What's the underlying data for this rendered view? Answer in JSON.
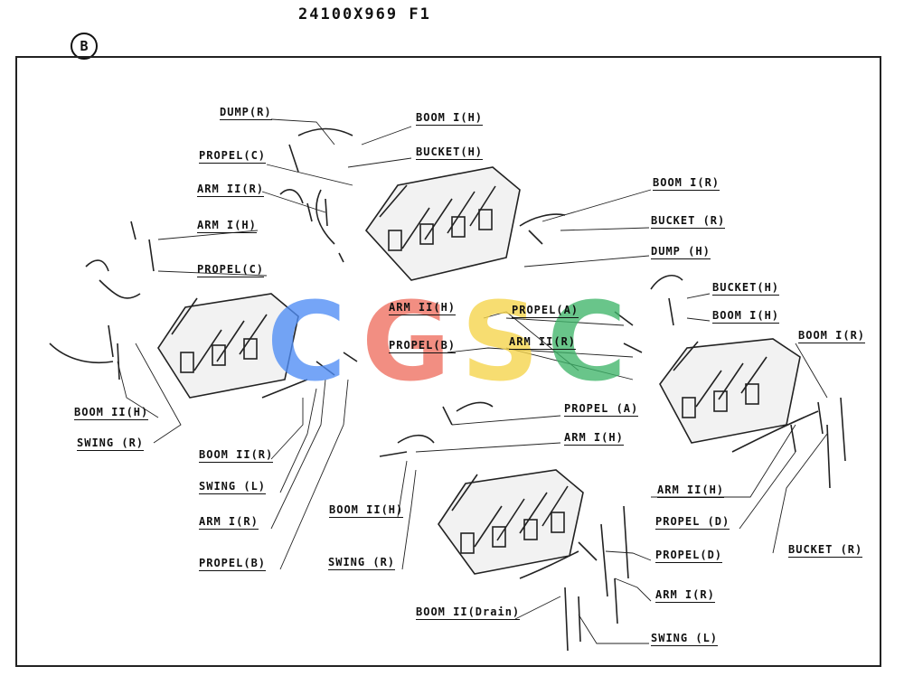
{
  "header": {
    "code": "24100X969 F1",
    "section": "B"
  },
  "watermark": {
    "letters": [
      "C",
      "G",
      "S",
      "C"
    ],
    "colors": [
      "#4f8df5",
      "#ef6f5f",
      "#f6d44a",
      "#3fb56a"
    ]
  },
  "labels": {
    "dump_r_top": "DUMP(R)",
    "boom1_h_top": "BOOM I(H)",
    "bucket_h_top": "BUCKET(H)",
    "propel_c_top": "PROPEL(C)",
    "arm2_r_top": "ARM II(R)",
    "boom1_r_top": "BOOM I(R)",
    "bucket_r_top": "BUCKET (R)",
    "dump_h": "DUMP (H)",
    "arm1_h_left": "ARM I(H)",
    "propel_c_left": "PROPEL(C)",
    "arm2_h_mid": "ARM II(H)",
    "propel_a_mid": "PROPEL(A)",
    "bucket_h_right": "BUCKET(H)",
    "boom1_h_right": "BOOM I(H)",
    "propel_b_mid": "PROPEL(B)",
    "arm2_r_mid": "ARM II(R)",
    "boom1_r_right": "BOOM I(R)",
    "boom2_h_left": "BOOM II(H)",
    "propel_a_lower": "PROPEL (A)",
    "swing_r_left": "SWING (R)",
    "arm1_h_lower": "ARM I(H)",
    "boom2_r_left": "BOOM II(R)",
    "swing_l_left": "SWING (L)",
    "arm2_h_right": "ARM II(H)",
    "boom2_h_lower": "BOOM II(H)",
    "arm1_r_left": "ARM I(R)",
    "propel_d_right": "PROPEL (D)",
    "bucket_r_right": "BUCKET (R)",
    "propel_d_lower": "PROPEL(D)",
    "propel_b_left": "PROPEL(B)",
    "swing_r_lower": "SWING (R)",
    "arm1_r_lower": "ARM I(R)",
    "boom2_drain": "BOOM II(Drain)",
    "swing_l_lower": "SWING (L)"
  }
}
